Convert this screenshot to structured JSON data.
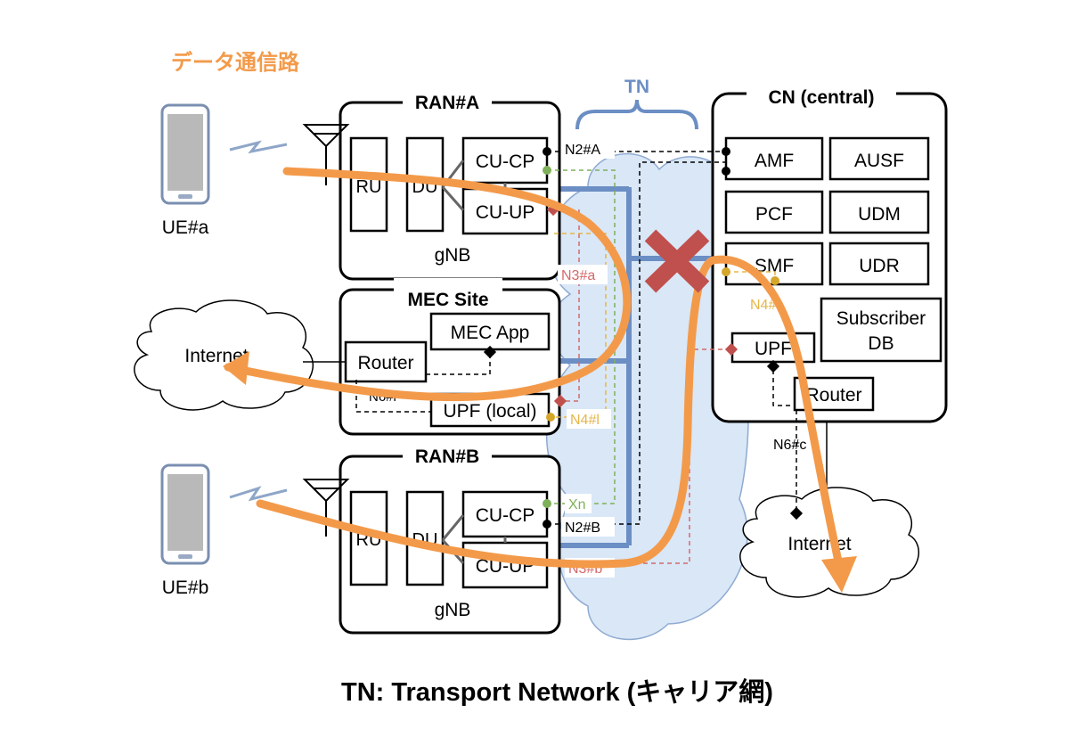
{
  "title": "データ通信路",
  "caption": "TN: Transport Network (キャリア網)",
  "tn_label": "TN",
  "ue_a": "UE#a",
  "ue_b": "UE#b",
  "ran_a": {
    "title": "RAN#A",
    "ru": "RU",
    "du": "DU",
    "cucp": "CU-CP",
    "cuup": "CU-UP",
    "gnb": "gNB"
  },
  "ran_b": {
    "title": "RAN#B",
    "ru": "RU",
    "du": "DU",
    "cucp": "CU-CP",
    "cuup": "CU-UP",
    "gnb": "gNB"
  },
  "mec": {
    "title": "MEC Site",
    "app": "MEC App",
    "router": "Router",
    "upf": "UPF (local)"
  },
  "cn": {
    "title": "CN (central)",
    "amf": "AMF",
    "ausf": "AUSF",
    "pcf": "PCF",
    "udm": "UDM",
    "smf": "SMF",
    "udr": "UDR",
    "upf": "UPF",
    "subscriber_db_1": "Subscriber",
    "subscriber_db_2": "DB",
    "router": "Router"
  },
  "internet_left": "Internet",
  "internet_right": "Internet",
  "interfaces": {
    "n2a": "N2#A",
    "n3a": "N3#a",
    "n4c": "N4#c",
    "n6l": "N6#l",
    "n4l": "N4#l",
    "xn": "Xn",
    "n2b": "N2#B",
    "n3b": "N3#b",
    "n6c": "N6#c"
  },
  "colors": {
    "orange": "#f39a4a",
    "tn_blue": "#6b8ec4",
    "cloud_fill": "#d9e7f7",
    "red_x": "#c0504d",
    "n3_red": "#d46a6a",
    "n4_yellow": "#e6b64b",
    "xn_green": "#7fb05a"
  }
}
